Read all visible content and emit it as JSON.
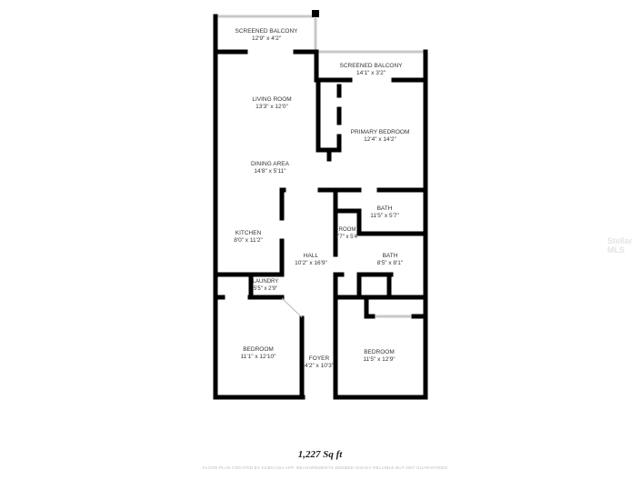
{
  "rooms": [
    {
      "name": "SCREENED BALCONY",
      "dims": "12'9\" x 4'2\""
    },
    {
      "name": "SCREENED BALCONY",
      "dims": "14'1\" x 3'2\""
    },
    {
      "name": "LIVING ROOM",
      "dims": "13'3\" x 12'0\""
    },
    {
      "name": "PRIMARY BEDROOM",
      "dims": "12'4\" x 14'2\""
    },
    {
      "name": "DINING AREA",
      "dims": "14'8\" x 5'11\""
    },
    {
      "name": "BATH",
      "dims": "11'5\" x 5'7\""
    },
    {
      "name": "KITCHEN",
      "dims": "8'0\" x 11'2\""
    },
    {
      "name": "ROOM",
      "dims": "7'7\" x 5'4\""
    },
    {
      "name": "HALL",
      "dims": "10'2\" x 16'9\""
    },
    {
      "name": "BATH",
      "dims": "8'5\" x 8'1\""
    },
    {
      "name": "LAUNDRY",
      "dims": "5'5\" x 2'9\""
    },
    {
      "name": "BEDROOM",
      "dims": "11'1\" x 12'10\""
    },
    {
      "name": "FOYER",
      "dims": "4'2\" x 10'3\""
    },
    {
      "name": "BEDROOM",
      "dims": "11'5\" x 12'9\""
    }
  ],
  "total_area": "1,227 Sq ft",
  "disclaimer": "FLOOR PLAN CREATED BY CUBICASA APP. MEASUREMENTS DEEMED HIGHLY RELIABLE BUT NOT GUARANTEED.",
  "watermark": "Stellar MLS"
}
